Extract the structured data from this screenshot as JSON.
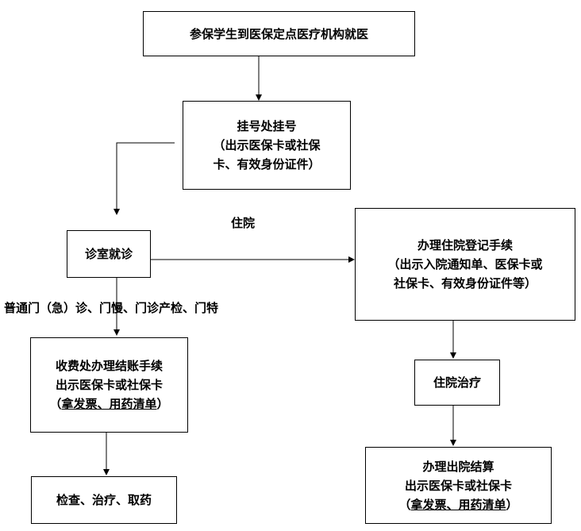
{
  "boxes": {
    "start": "参保学生到医保定点医疗机构就医",
    "register": {
      "title": "挂号处挂号",
      "detail_1": "（出示医保卡或社保",
      "detail_2": "卡、有效身份证件）"
    },
    "clinic": "诊室就诊",
    "admission": {
      "title": "办理住院登记手续",
      "detail_1": "（出示入院通知单、医保卡或",
      "detail_2": "社保卡、有效身份证件等）"
    },
    "billing": {
      "title": "收费处办理结账手续",
      "detail_1": "出示医保卡或社保卡",
      "detail_2_open": "（",
      "detail_2_u": "拿发票、用药清单",
      "detail_2_close": "）"
    },
    "treatment": "住院治疗",
    "exam": "检查、治疗、取药",
    "discharge": {
      "title": "办理出院结算",
      "detail_1": "出示医保卡或社保卡",
      "detail_2_open": "（",
      "detail_2_u": "拿发票、用药清单",
      "detail_2_close": "）"
    }
  },
  "labels": {
    "inpatient": "住院",
    "outpatient": "普通门（急）诊、门慢、门诊产检、门特"
  },
  "colors": {
    "line": "#000000",
    "background": "#ffffff"
  }
}
